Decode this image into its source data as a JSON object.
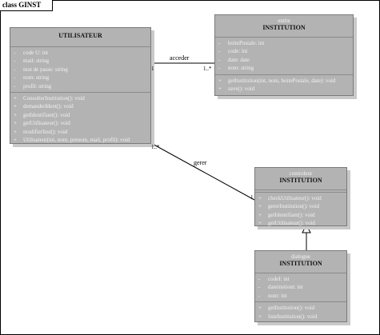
{
  "frame": {
    "title": "class GINST"
  },
  "classes": {
    "utilisateur": {
      "stereotype": "",
      "name": "UTILISATEUR",
      "attributes": [
        {
          "vis": "-",
          "text": "code U: int"
        },
        {
          "vis": "-",
          "text": "mail: string"
        },
        {
          "vis": "-",
          "text": "mot de passe: string"
        },
        {
          "vis": "-",
          "text": "nom: string"
        },
        {
          "vis": "-",
          "text": "profil: string"
        }
      ],
      "operations": [
        {
          "vis": "+",
          "text": "ConsulterInstitution(): void"
        },
        {
          "vis": "+",
          "text": "demanderIdent(): void"
        },
        {
          "vis": "+",
          "text": "getIdentifiant(): void"
        },
        {
          "vis": "+",
          "text": "getUtilisateur(): void"
        },
        {
          "vis": "+",
          "text": "modifierInst(): void"
        },
        {
          "vis": "+",
          "text": "Utilisateur(int, nom, prenom, mail, profil): void"
        }
      ]
    },
    "institution_entity": {
      "stereotype": "entite",
      "name": "INSTITUTION",
      "attributes": [
        {
          "vis": "-",
          "text": "boitePostale: int"
        },
        {
          "vis": "-",
          "text": "code: int"
        },
        {
          "vis": "-",
          "text": "date: date"
        },
        {
          "vis": "-",
          "text": "nom: string"
        }
      ],
      "operations": [
        {
          "vis": "+",
          "text": "getInstitution(int, nom, boitePostale, date): void"
        },
        {
          "vis": "+",
          "text": "save(): void"
        }
      ]
    },
    "institution_controller": {
      "stereotype": "controleur",
      "name": "INSTITUTION",
      "attributes": [],
      "operations": [
        {
          "vis": "+",
          "text": "checkUtilisateur(): void"
        },
        {
          "vis": "+",
          "text": "gererInstitution(): void"
        },
        {
          "vis": "+",
          "text": "getIdentifiant(): void"
        },
        {
          "vis": "+",
          "text": "getUtilisateur(): void"
        }
      ]
    },
    "institution_dialog": {
      "stereotype": "dialogue",
      "name": "INSTITUTION",
      "attributes": [
        {
          "vis": "-",
          "text": "codeI: int"
        },
        {
          "vis": "-",
          "text": "dateinstiont: int"
        },
        {
          "vis": "-",
          "text": "nom: int"
        }
      ],
      "operations": [
        {
          "vis": "+",
          "text": "getInstitution(): void"
        },
        {
          "vis": "+",
          "text": "listeInstitution(): void"
        }
      ]
    }
  },
  "associations": {
    "acceder": {
      "label": "acceder",
      "source_mult": "1",
      "target_mult": "1..*"
    },
    "gerer": {
      "label": "gerer",
      "source_mult": "1..*",
      "target_mult": "1"
    }
  }
}
